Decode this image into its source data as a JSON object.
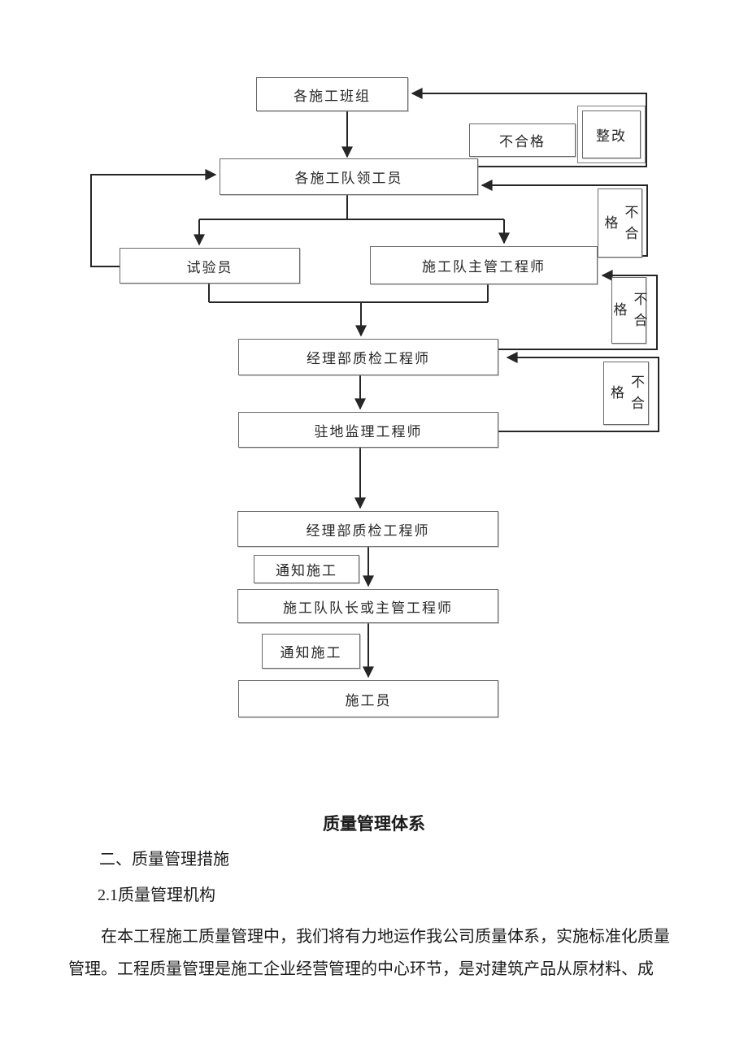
{
  "flowchart": {
    "caption": "质量管理体系",
    "nodes": {
      "banzu": "各施工班组",
      "buhege_top": "不合格",
      "zhenggai": "整改",
      "lingongyuan": "各施工队领工员",
      "buhege_r1": "不合格",
      "shiyanyuan": "试验员",
      "zhuguan": "施工队主管工程师",
      "buhege_r2": "不合格",
      "jingli_qc1": "经理部质检工程师",
      "buhege_r3": "不合格",
      "zhudi_jianli": "驻地监理工程师",
      "jingli_qc2": "经理部质检工程师",
      "tongzhi_1": "通知施工",
      "duizhang": "施工队队长或主管工程师",
      "tongzhi_2": "通知施工",
      "shigongyuan": "施工员"
    }
  },
  "text": {
    "heading_section": "二、质量管理措施",
    "heading_sub": "2.1质量管理机构",
    "paragraph_lines": [
      "在本工程施工质量管理中，我们将有力地运作我公司质量体系，实施标准化质量",
      "管理。工程质量管理是施工企业经营管理的中心环节，是对建筑产品从原材料、成"
    ]
  },
  "colors": {
    "connector": "#262626",
    "box_border": "#696969",
    "text": "#1b1b1b",
    "page_background": "#ffffff"
  }
}
